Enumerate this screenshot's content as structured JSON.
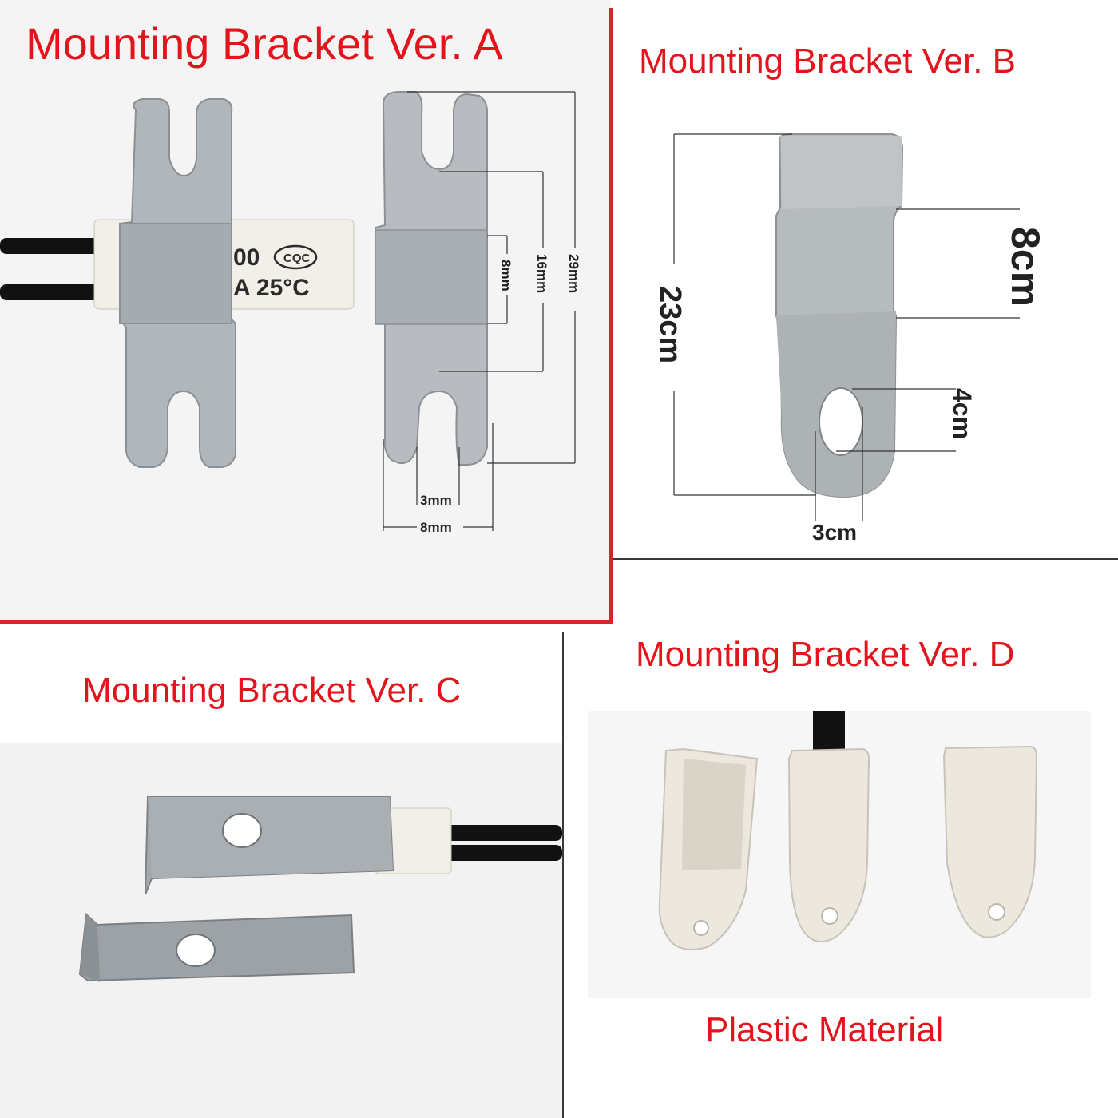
{
  "panels": {
    "a": {
      "title": "Mounting Bracket Ver. A",
      "part_marking_1": "00",
      "part_marking_logo": "CQC",
      "part_marking_2": "A 25°C",
      "dimensions": {
        "length": "29mm",
        "slot_span": "16mm",
        "band": "8mm",
        "slot_width": "3mm",
        "tab_width": "8mm"
      }
    },
    "b": {
      "title": "Mounting Bracket Ver. B",
      "dimensions": {
        "length": "23cm",
        "band": "8cm",
        "hole_height": "4cm",
        "hole_width": "3cm"
      }
    },
    "c": {
      "title": "Mounting Bracket Ver. C"
    },
    "d": {
      "title": "Mounting Bracket Ver. D",
      "caption": "Plastic Material"
    }
  },
  "colors": {
    "title_red": "#e3141b",
    "metal": "#aeb3b7",
    "ceramic": "#f1efe8",
    "plastic": "#ece8de",
    "cable": "#111111",
    "frame_red": "#d6262c"
  }
}
